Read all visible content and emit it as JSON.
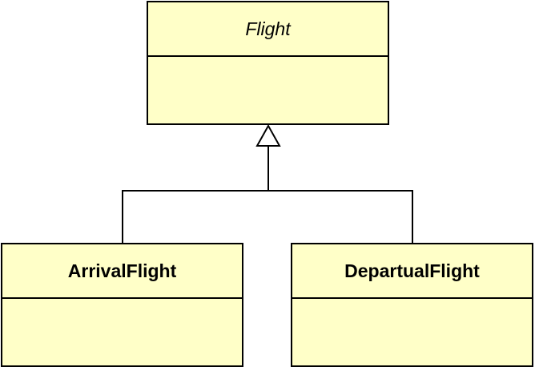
{
  "diagram": {
    "type": "uml-class-inheritance",
    "colors": {
      "class_fill": "#ffffc8",
      "stroke": "#000000",
      "background": "#ffffff"
    },
    "parent": {
      "name": "Flight",
      "abstract": true
    },
    "children": [
      {
        "name": "ArrivalFlight",
        "abstract": false
      },
      {
        "name": "DepartualFlight",
        "abstract": false
      }
    ],
    "relationship": "generalization"
  }
}
